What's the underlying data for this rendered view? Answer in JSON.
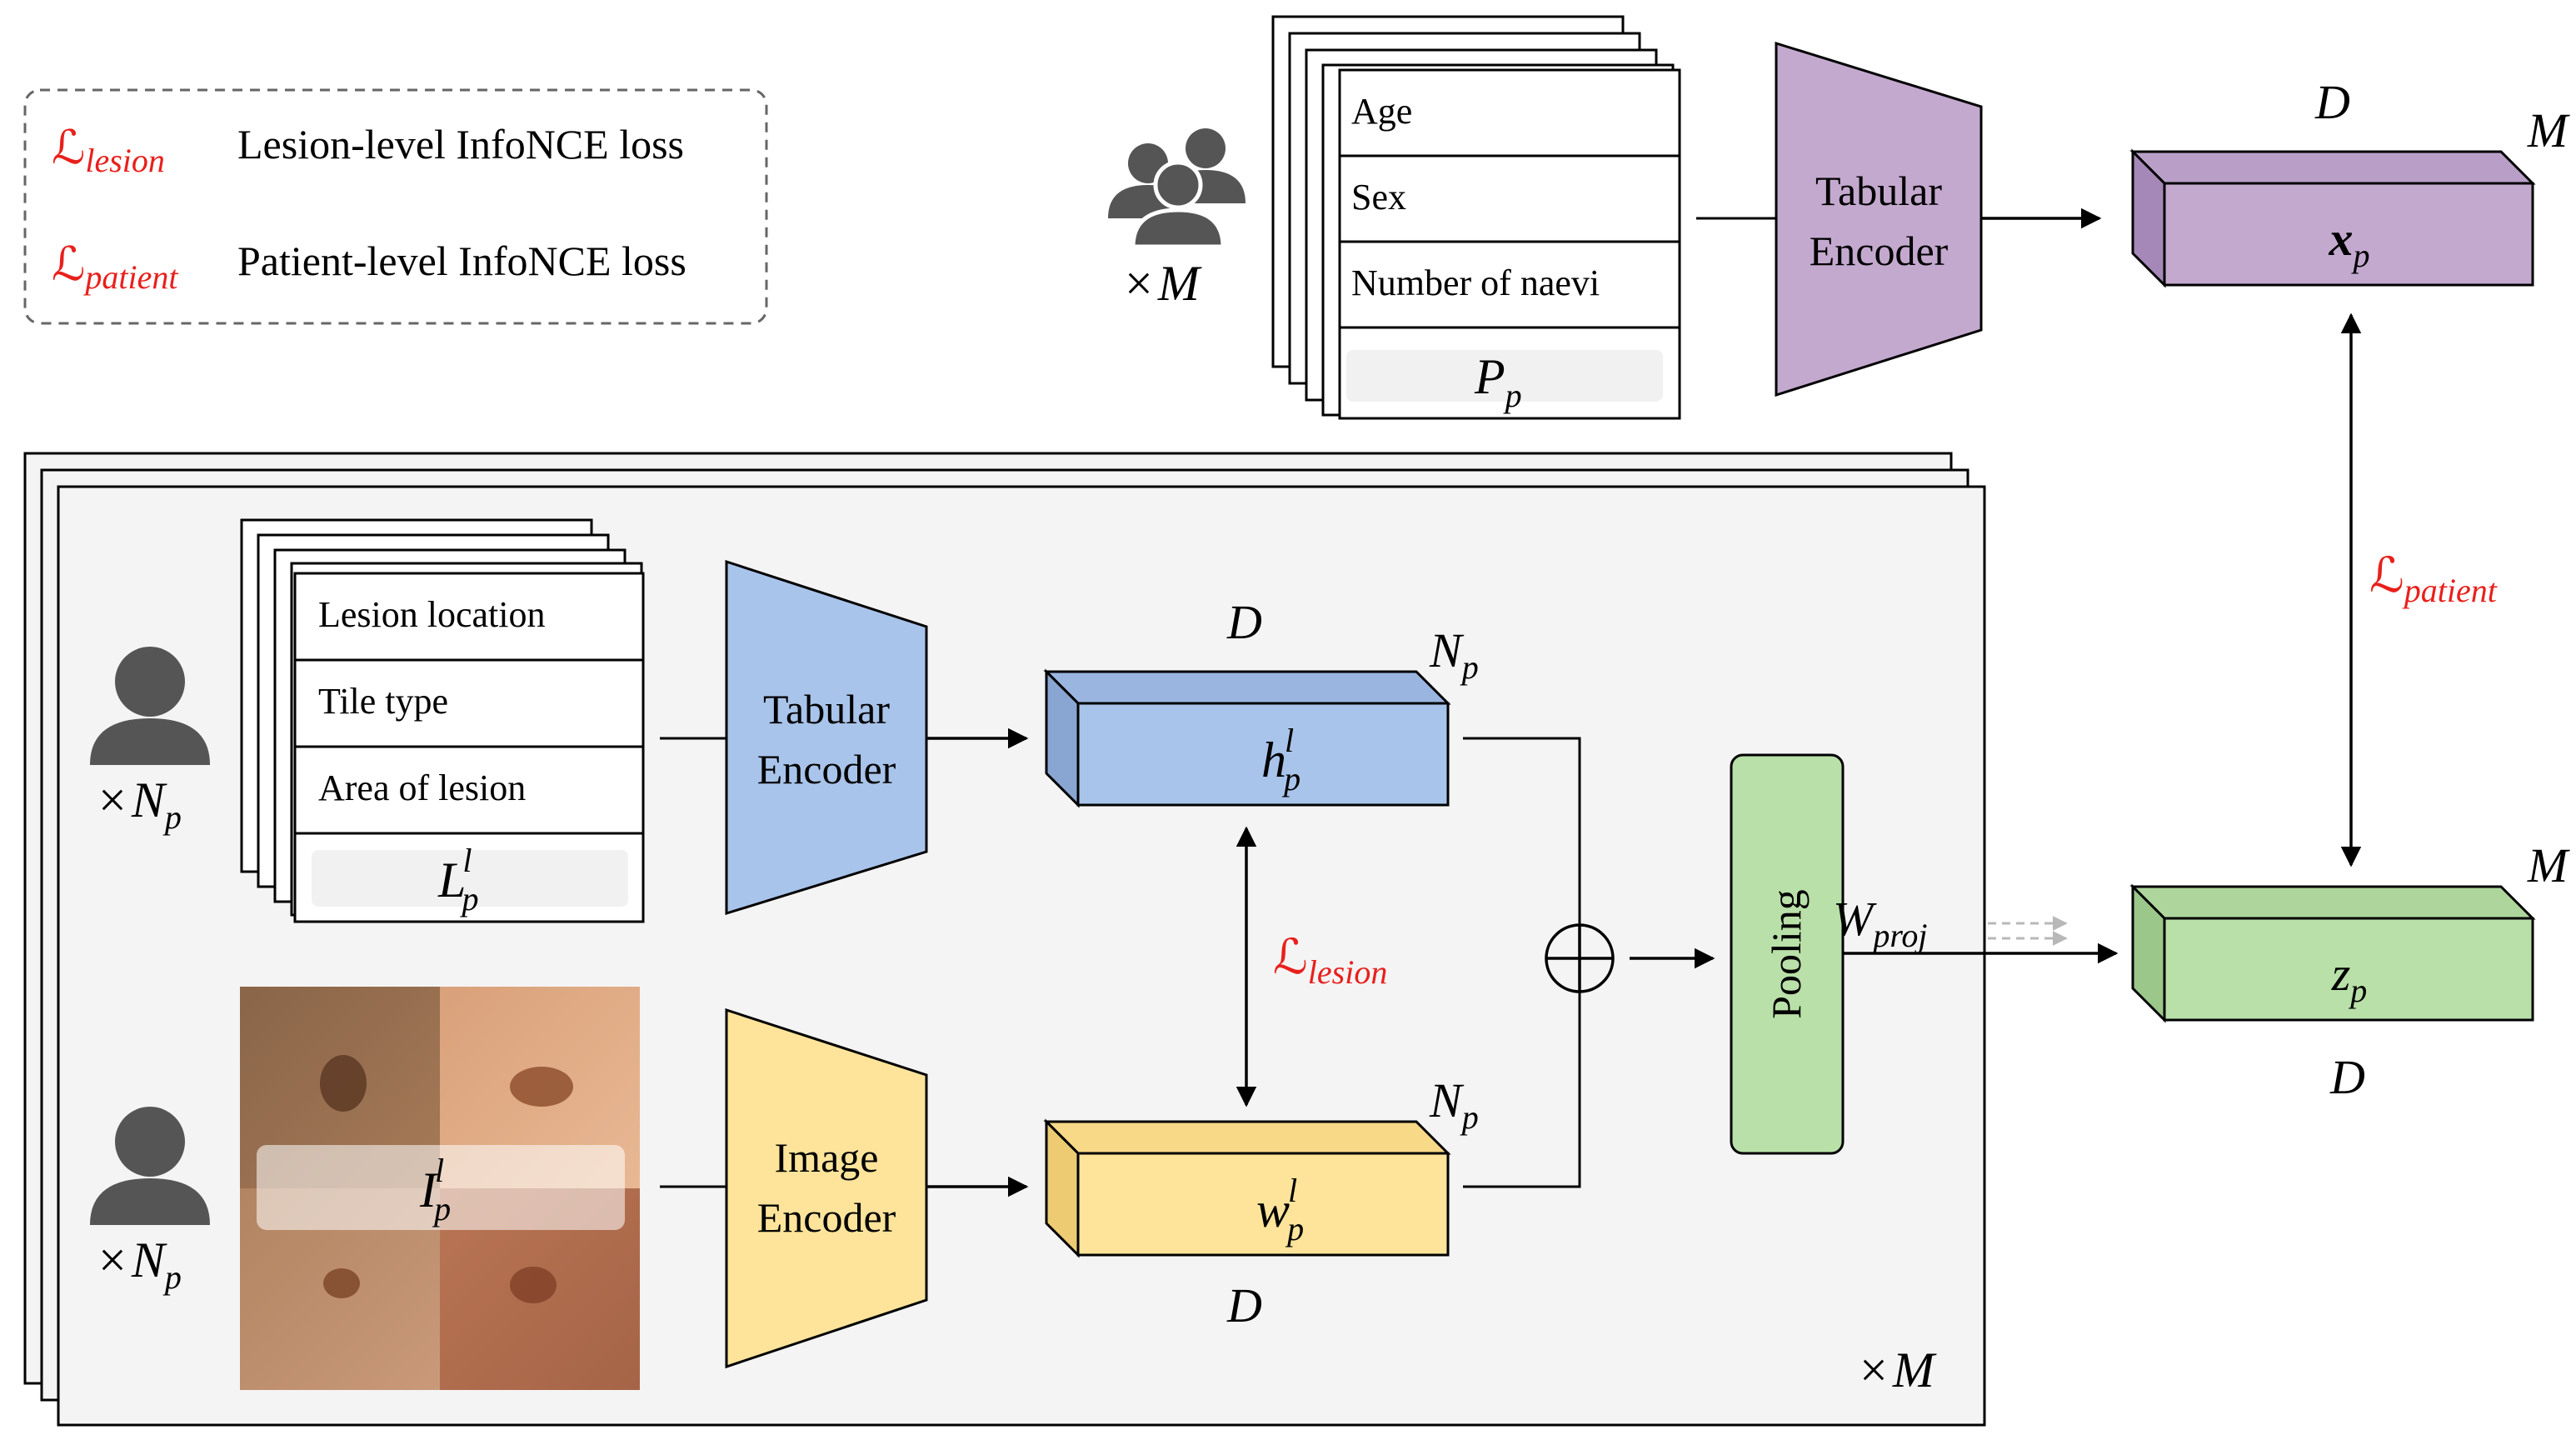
{
  "legend": {
    "lesion_symbol": "ℒ",
    "lesion_sub": "lesion",
    "lesion_text": "Lesion-level InfoNCE loss",
    "patient_symbol": "ℒ",
    "patient_sub": "patient",
    "patient_text": "Patient-level InfoNCE loss"
  },
  "patient_branch": {
    "count_times": "×",
    "count_var": "M",
    "fields": [
      "Age",
      "Sex",
      "Number of naevi"
    ],
    "table_var": "P",
    "table_sub": "p",
    "encoder_line1": "Tabular",
    "encoder_line2": "Encoder",
    "emb_var": "x",
    "emb_sub": "p",
    "dim_top": "D",
    "dim_side": "M",
    "loss_symbol": "ℒ",
    "loss_sub": "patient"
  },
  "lesion_branch": {
    "count_times": "×",
    "count_var": "N",
    "count_sub": "p",
    "fields": [
      "Lesion location",
      "Tile type",
      "Area of lesion"
    ],
    "table_var": "L",
    "table_sub": "p",
    "table_sup": "l",
    "tab_encoder_line1": "Tabular",
    "tab_encoder_line2": "Encoder",
    "img_encoder_line1": "Image",
    "img_encoder_line2": "Encoder",
    "image_var": "I",
    "image_sub": "p",
    "image_sup": "l",
    "h_var": "h",
    "h_sub": "p",
    "h_sup": "l",
    "w_var": "w",
    "w_sub": "p",
    "w_sup": "l",
    "dim_D": "D",
    "dim_N": "N",
    "dim_N_sub": "p",
    "loss_symbol": "ℒ",
    "loss_sub": "lesion",
    "pooling": "Pooling",
    "proj_var": "W",
    "proj_sub": "proj",
    "stack_times": "×",
    "stack_var": "M"
  },
  "output": {
    "z_var": "z",
    "z_sub": "p",
    "dim_side": "M",
    "dim_bottom": "D"
  },
  "colors": {
    "loss": "#e8201c",
    "purple_front": "#c4a9cf",
    "purple_top": "#b99fc7",
    "purple_side": "#a688b8",
    "blue_front": "#a9c4ea",
    "blue_top": "#9ab6e0",
    "blue_side": "#89a6d3",
    "yellow_front": "#fde49a",
    "yellow_top": "#f7d987",
    "yellow_side": "#eccb73",
    "green_front": "#b9e0a8",
    "green_top": "#aed69c",
    "green_side": "#9bc78a",
    "panel": "#f4f4f4",
    "icon": "#555555"
  }
}
